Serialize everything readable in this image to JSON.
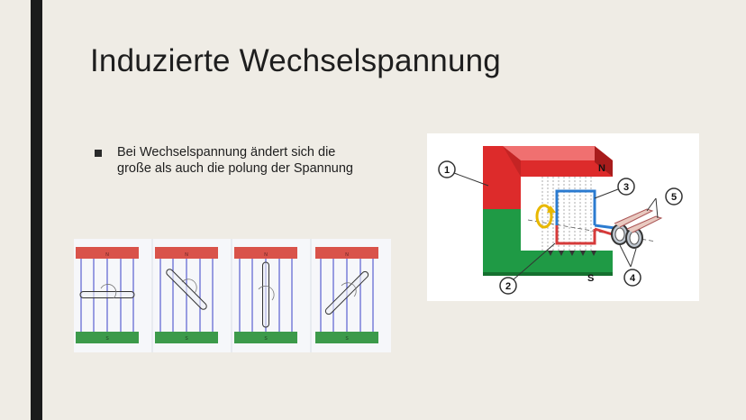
{
  "slide": {
    "title": "Induzierte Wechselspannung",
    "bullets": [
      "Bei Wechselspannung ändert sich die große als auch die polung der Spannung"
    ]
  },
  "figure_left": {
    "panels": [
      {
        "pole_top": "N",
        "pole_bottom": "S",
        "loop_angle_deg": 0
      },
      {
        "pole_top": "N",
        "pole_bottom": "S",
        "loop_angle_deg": 45
      },
      {
        "pole_top": "N",
        "pole_bottom": "S",
        "loop_angle_deg": 90
      },
      {
        "pole_top": "N",
        "pole_bottom": "S",
        "loop_angle_deg": -45
      }
    ],
    "colors": {
      "north": "#d9534a",
      "south": "#3c9a4a",
      "field": "#5a5fd0"
    }
  },
  "figure_right": {
    "pole_n": "N",
    "pole_s": "S",
    "callouts": [
      "1",
      "2",
      "3",
      "4",
      "5"
    ],
    "colors": {
      "north": "#dd2b2b",
      "south": "#1f9a45",
      "coil_blue": "#2b7bd0",
      "coil_red": "#d63a3a",
      "arrow": "#e8b800"
    }
  }
}
